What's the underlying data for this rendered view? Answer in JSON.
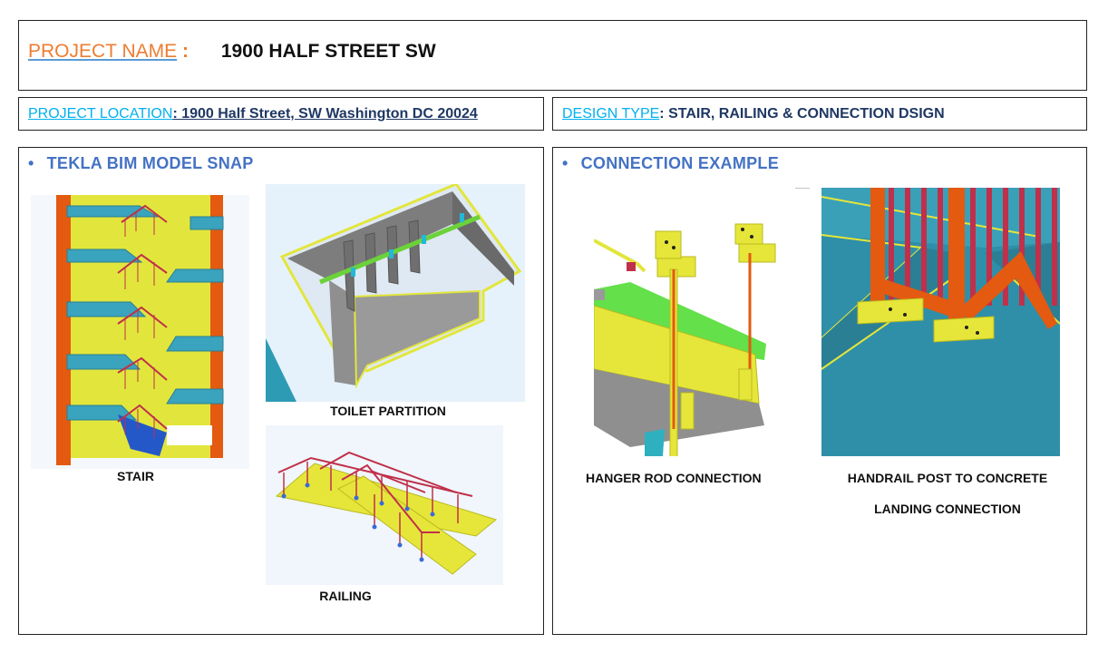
{
  "header": {
    "label": "PROJECT NAME",
    "separator": ":",
    "value": "1900 HALF STREET SW"
  },
  "location": {
    "label": "PROJECT LOCATION",
    "value": ": 1900 Half Street, SW Washington DC 20024"
  },
  "design_type": {
    "label": "DESIGN TYPE",
    "value": ": STAIR, RAILING & CONNECTION DSIGN"
  },
  "left_panel": {
    "bullet": "•",
    "heading": "TEKLA BIM MODEL SNAP",
    "captions": {
      "stair": "STAIR",
      "toilet": "TOILET PARTITION",
      "railing": "RAILING"
    }
  },
  "right_panel": {
    "bullet": "•",
    "heading": "CONNECTION EXAMPLE",
    "captions": {
      "hanger": "HANGER ROD CONNECTION",
      "handrail_line1": "HANDRAIL POST TO CONCRETE",
      "handrail_line2": "LANDING CONNECTION"
    }
  },
  "colors": {
    "orange": "#ed7d31",
    "cyan": "#00b0f0",
    "navy": "#1f3864",
    "heading_blue": "#4472c4",
    "model_yellow": "#e6e63a",
    "model_teal": "#2e9bb5",
    "model_red": "#c0304a",
    "model_orange": "#e35a10",
    "model_gray": "#8a8a8a"
  }
}
